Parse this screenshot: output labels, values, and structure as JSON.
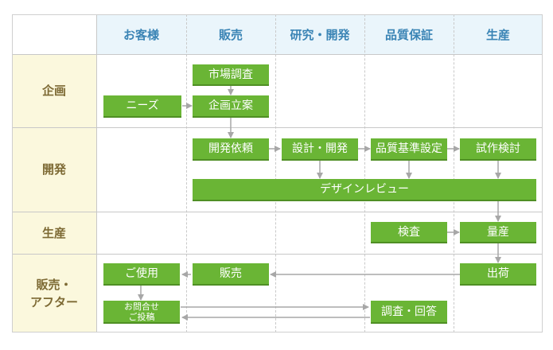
{
  "columns": [
    "お客様",
    "販売",
    "研究・開発",
    "品質保証",
    "生産"
  ],
  "rows": [
    "企画",
    "開発",
    "生産",
    "販売・\nアフター"
  ],
  "boxes": {
    "market_research": "市場調査",
    "needs": "ニーズ",
    "planning": "企画立案",
    "dev_request": "開発依頼",
    "design_dev": "設計・開発",
    "quality_standard": "品質基準設定",
    "trial_review": "試作検討",
    "design_review": "デザインレビュー",
    "inspection": "検査",
    "mass_production": "量産",
    "usage": "ご使用",
    "sales": "販売",
    "shipping": "出荷",
    "inquiry": "お問合せ\nご投稿",
    "investigation": "調査・回答"
  },
  "colors": {
    "box_green": "#6ab535",
    "header_bg": "#eaf5fb",
    "header_text": "#3a84b5",
    "row_label_bg": "#fbf8dd",
    "row_label_text": "#7d6a34",
    "arrow": "#a7a7a7"
  }
}
